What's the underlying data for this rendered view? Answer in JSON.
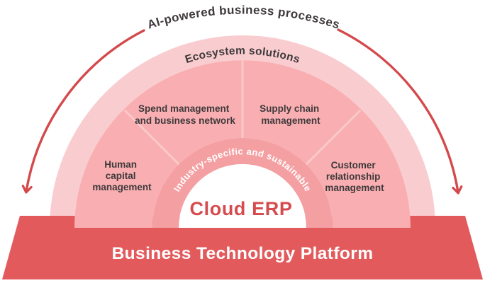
{
  "diagram": {
    "outer_title": "AI-powered business processes",
    "ecosystem_label": "Ecosystem solutions",
    "industry_label": "Industry-specific and sustainable",
    "core_label": "Cloud ERP",
    "platform_label": "Business Technology Platform",
    "segments": [
      {
        "name": "human-capital-management",
        "lines": [
          "Human",
          "capital",
          "management"
        ]
      },
      {
        "name": "spend-management-and-business-network",
        "lines": [
          "Spend management",
          "and business network"
        ]
      },
      {
        "name": "supply-chain-management",
        "lines": [
          "Supply chain",
          "management"
        ]
      },
      {
        "name": "customer-relationship-management",
        "lines": [
          "Customer",
          "relationship",
          "management"
        ]
      }
    ]
  },
  "colors": {
    "ring_ecosystem": "#F9CDCF",
    "ring_segments": "#F9AFB1",
    "ring_industry": "#F49FA1",
    "segment_divider": "#FBC8C8",
    "core_bg": "#FFFFFF",
    "core_text": "#D54B4E",
    "industry_text": "#FFFFFF",
    "platform_bar": "#E35A5C",
    "platform_text": "#FFFFFF",
    "arrow": "#D4494C",
    "text_dark": "#3E393C"
  }
}
